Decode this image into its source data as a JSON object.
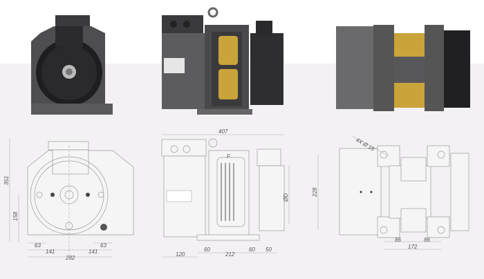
{
  "front_view": {
    "dims": {
      "height": "351",
      "axis_height": "158",
      "foot_left": "63",
      "foot_right": "63",
      "half_left": "141",
      "half_right": "141",
      "width": "282"
    }
  },
  "side_view": {
    "dims": {
      "length": "407",
      "sheave_width": "F",
      "diameter": "ØD",
      "motor": "120",
      "foot_a": "60",
      "base": "212",
      "foot_b": "60",
      "brake": "50"
    }
  },
  "top_view": {
    "dims": {
      "holes": "4X Ø 18",
      "depth": "228",
      "half_left": "86",
      "half_right": "86",
      "span": "172"
    }
  },
  "colors": {
    "housing": "#4a4a4c",
    "sheave": "#c9a43a",
    "background_top": "#ffffff",
    "background_bottom": "#f3f1f3"
  }
}
